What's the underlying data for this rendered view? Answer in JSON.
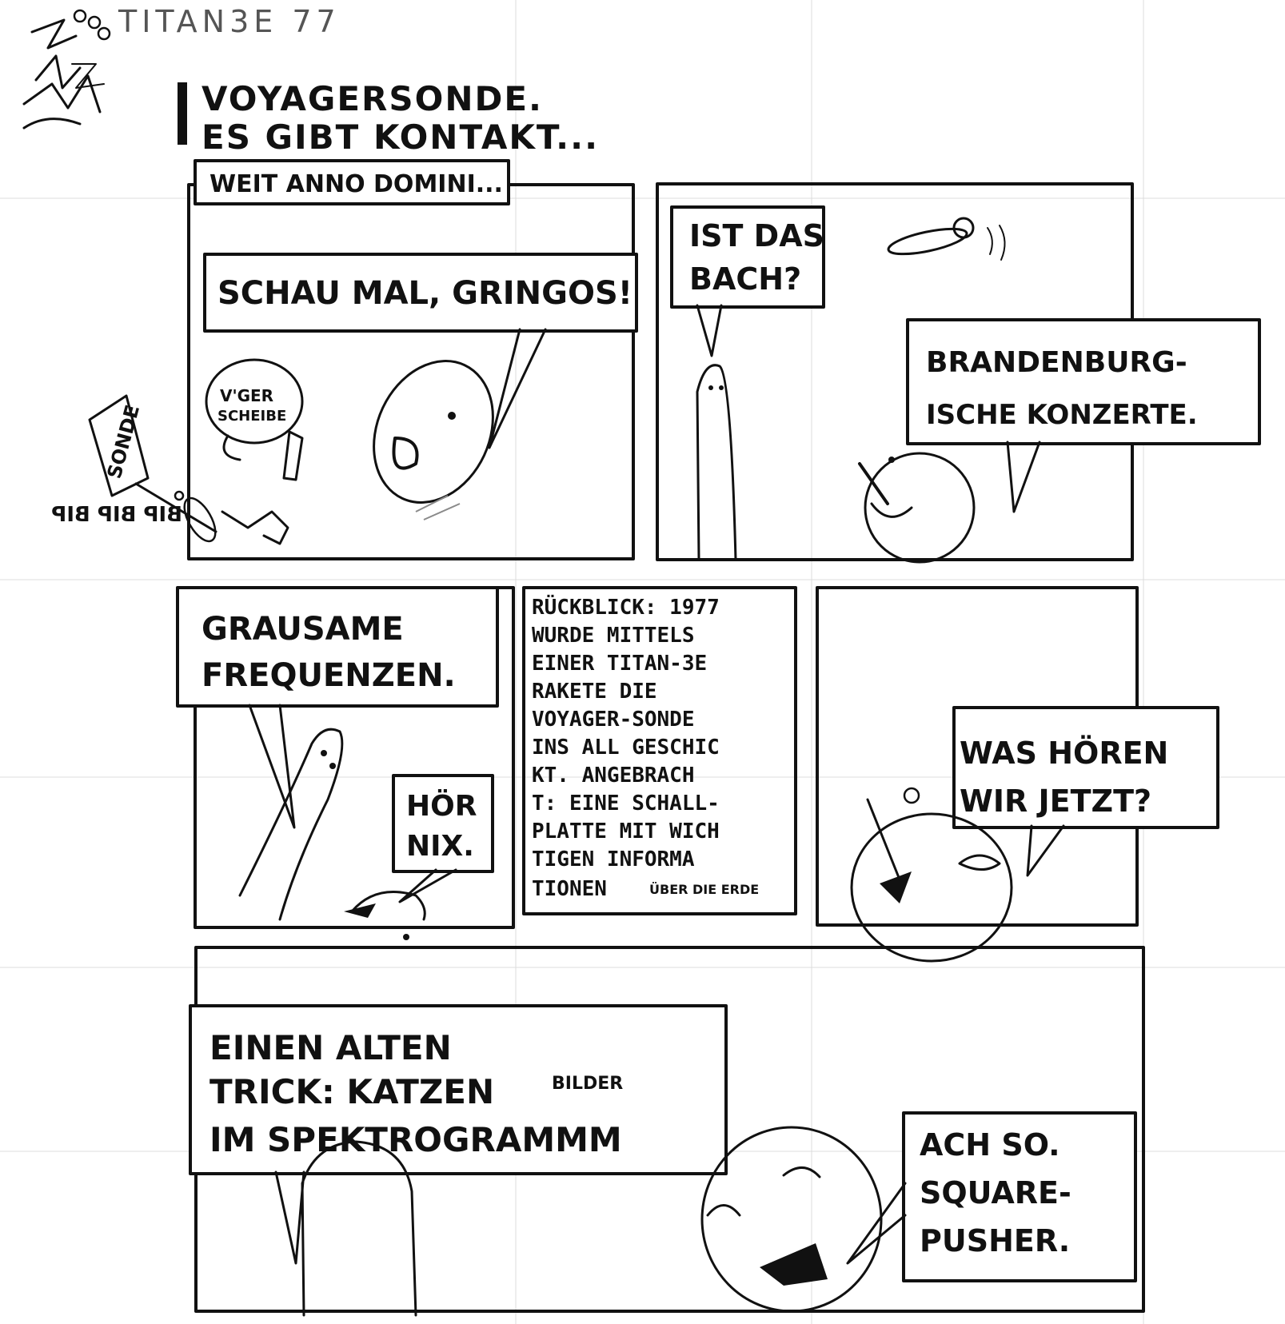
{
  "header": {
    "title": "TITAN3E 77",
    "intro_line1": "VOYAGERSONDE.",
    "intro_line2": "ES GIBT KONTAKT..."
  },
  "panel1": {
    "caption": "WEIT ANNO DOMINI...",
    "bubble": "SCHAU MAL, GRINGOS!",
    "label_line1": "V'GER",
    "label_line2": "SCHEIBE",
    "sign": "SONDE",
    "beeps": "BIP BIP BIP"
  },
  "panel2": {
    "bubble_line1": "IST DAS",
    "bubble_line2": "BACH?",
    "reply_line1": "BRANDENBURG-",
    "reply_line2": "ISCHE KONZERTE."
  },
  "panel3": {
    "bubble_line1": "GRAUSAME",
    "bubble_line2": "FREQUENZEN.",
    "small_line1": "HÖR",
    "small_line2": "NIX."
  },
  "panel4": {
    "lines": [
      "RÜCKBLICK: 1977",
      "WURDE MITTELS",
      "EINER TITAN-3E",
      "RAKETE DIE",
      "VOYAGER-SONDE",
      "INS ALL GESCHIC",
      "KT. ANGEBRACH",
      "T: EINE SCHALL-",
      "PLATTE MIT WICH",
      "TIGEN INFORMA",
      "TIONEN"
    ],
    "tail": "ÜBER DIE ERDE"
  },
  "panel5": {
    "bubble_line1": "WAS HÖREN",
    "bubble_line2": "WIR JETZT?"
  },
  "panel6": {
    "bubble_line1": "EINEN ALTEN",
    "bubble_line2": "TRICK: KATZEN",
    "bubble_small": "BILDER",
    "bubble_line3": "IM SPEKTROGRAMMM",
    "reply_line1": "ACH SO.",
    "reply_line2": "SQUARE-",
    "reply_line3": "PUSHER."
  }
}
